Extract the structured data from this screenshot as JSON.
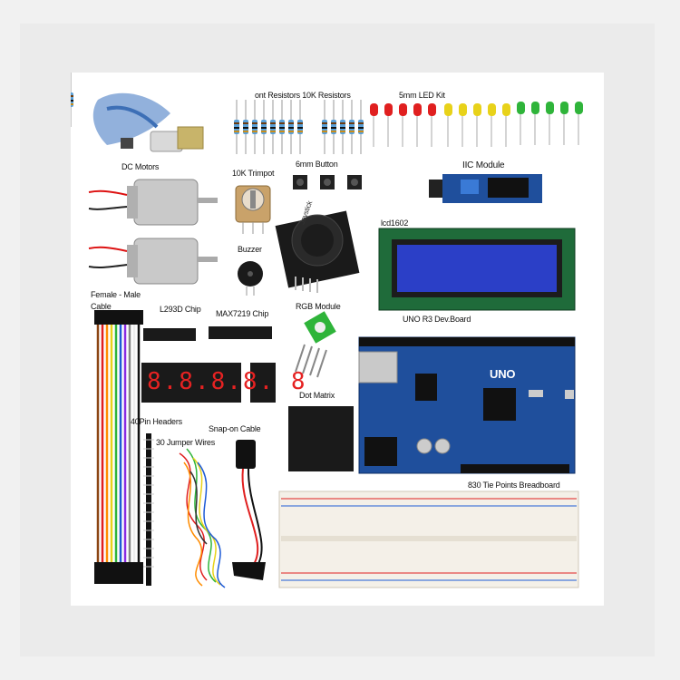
{
  "labels": {
    "dc_motors": "DC Motors",
    "resistors": "ont Resistors 10K Resistors",
    "led_kit": "5mm LED Kit",
    "iic_module": "IIC Module",
    "trimpot": "10K Trimpot",
    "button": "6mm Button",
    "buzzer": "Buzzer",
    "lcd": "lcd1602",
    "female_male": "Female - Male",
    "cable": "Cable",
    "l293d": "L293D Chip",
    "max7219": "MAX7219 Chip",
    "rgb_module": "RGB Module",
    "uno_board": "UNO R3  Dev.Board",
    "dot_matrix": "Dot Matrix",
    "headers": "40Pin Headers",
    "jumper_wires": "30 Jumper Wires",
    "snap_cable": "Snap-on Cable",
    "breadboard": "830 Tie Points Breadboard",
    "joystick_mark": "Joystick",
    "uno_mark": "UNO",
    "seven_seg": "8.8.8.8. 8"
  },
  "colors": {
    "pcb_blue": "#1f4f9c",
    "lcd_blue": "#2b3fc7",
    "led_red": "#e01f1f",
    "led_yellow": "#e8d21a",
    "led_green": "#2fb43a",
    "seg_red": "#e52222"
  }
}
